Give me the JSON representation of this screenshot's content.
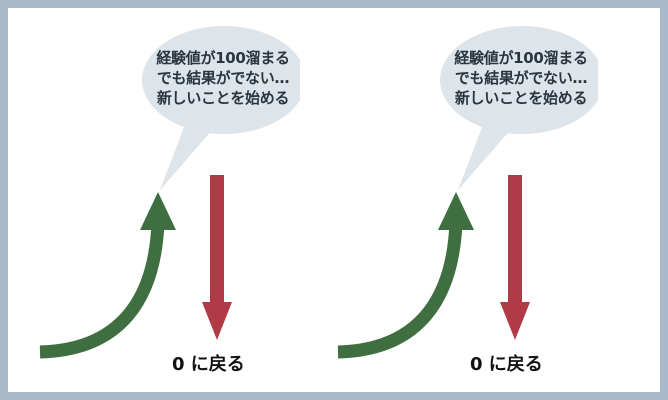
{
  "panels": [
    {
      "bubble": {
        "lines": [
          "経験値が100溜まる",
          "でも結果がでない…",
          "新しいことを始める"
        ]
      },
      "reset_label": "0 に戻る"
    },
    {
      "bubble": {
        "lines": [
          "経験値が100溜まる",
          "でも結果がでない…",
          "新しいことを始める"
        ]
      },
      "reset_label": "0 に戻る"
    }
  ],
  "colors": {
    "frame": "#a7b9ca",
    "bubble": "#dde4ea",
    "up_arrow": "#3f6f41",
    "down_arrow": "#b03a46",
    "text_bubble": "#2a3540",
    "text_label": "#111111"
  }
}
